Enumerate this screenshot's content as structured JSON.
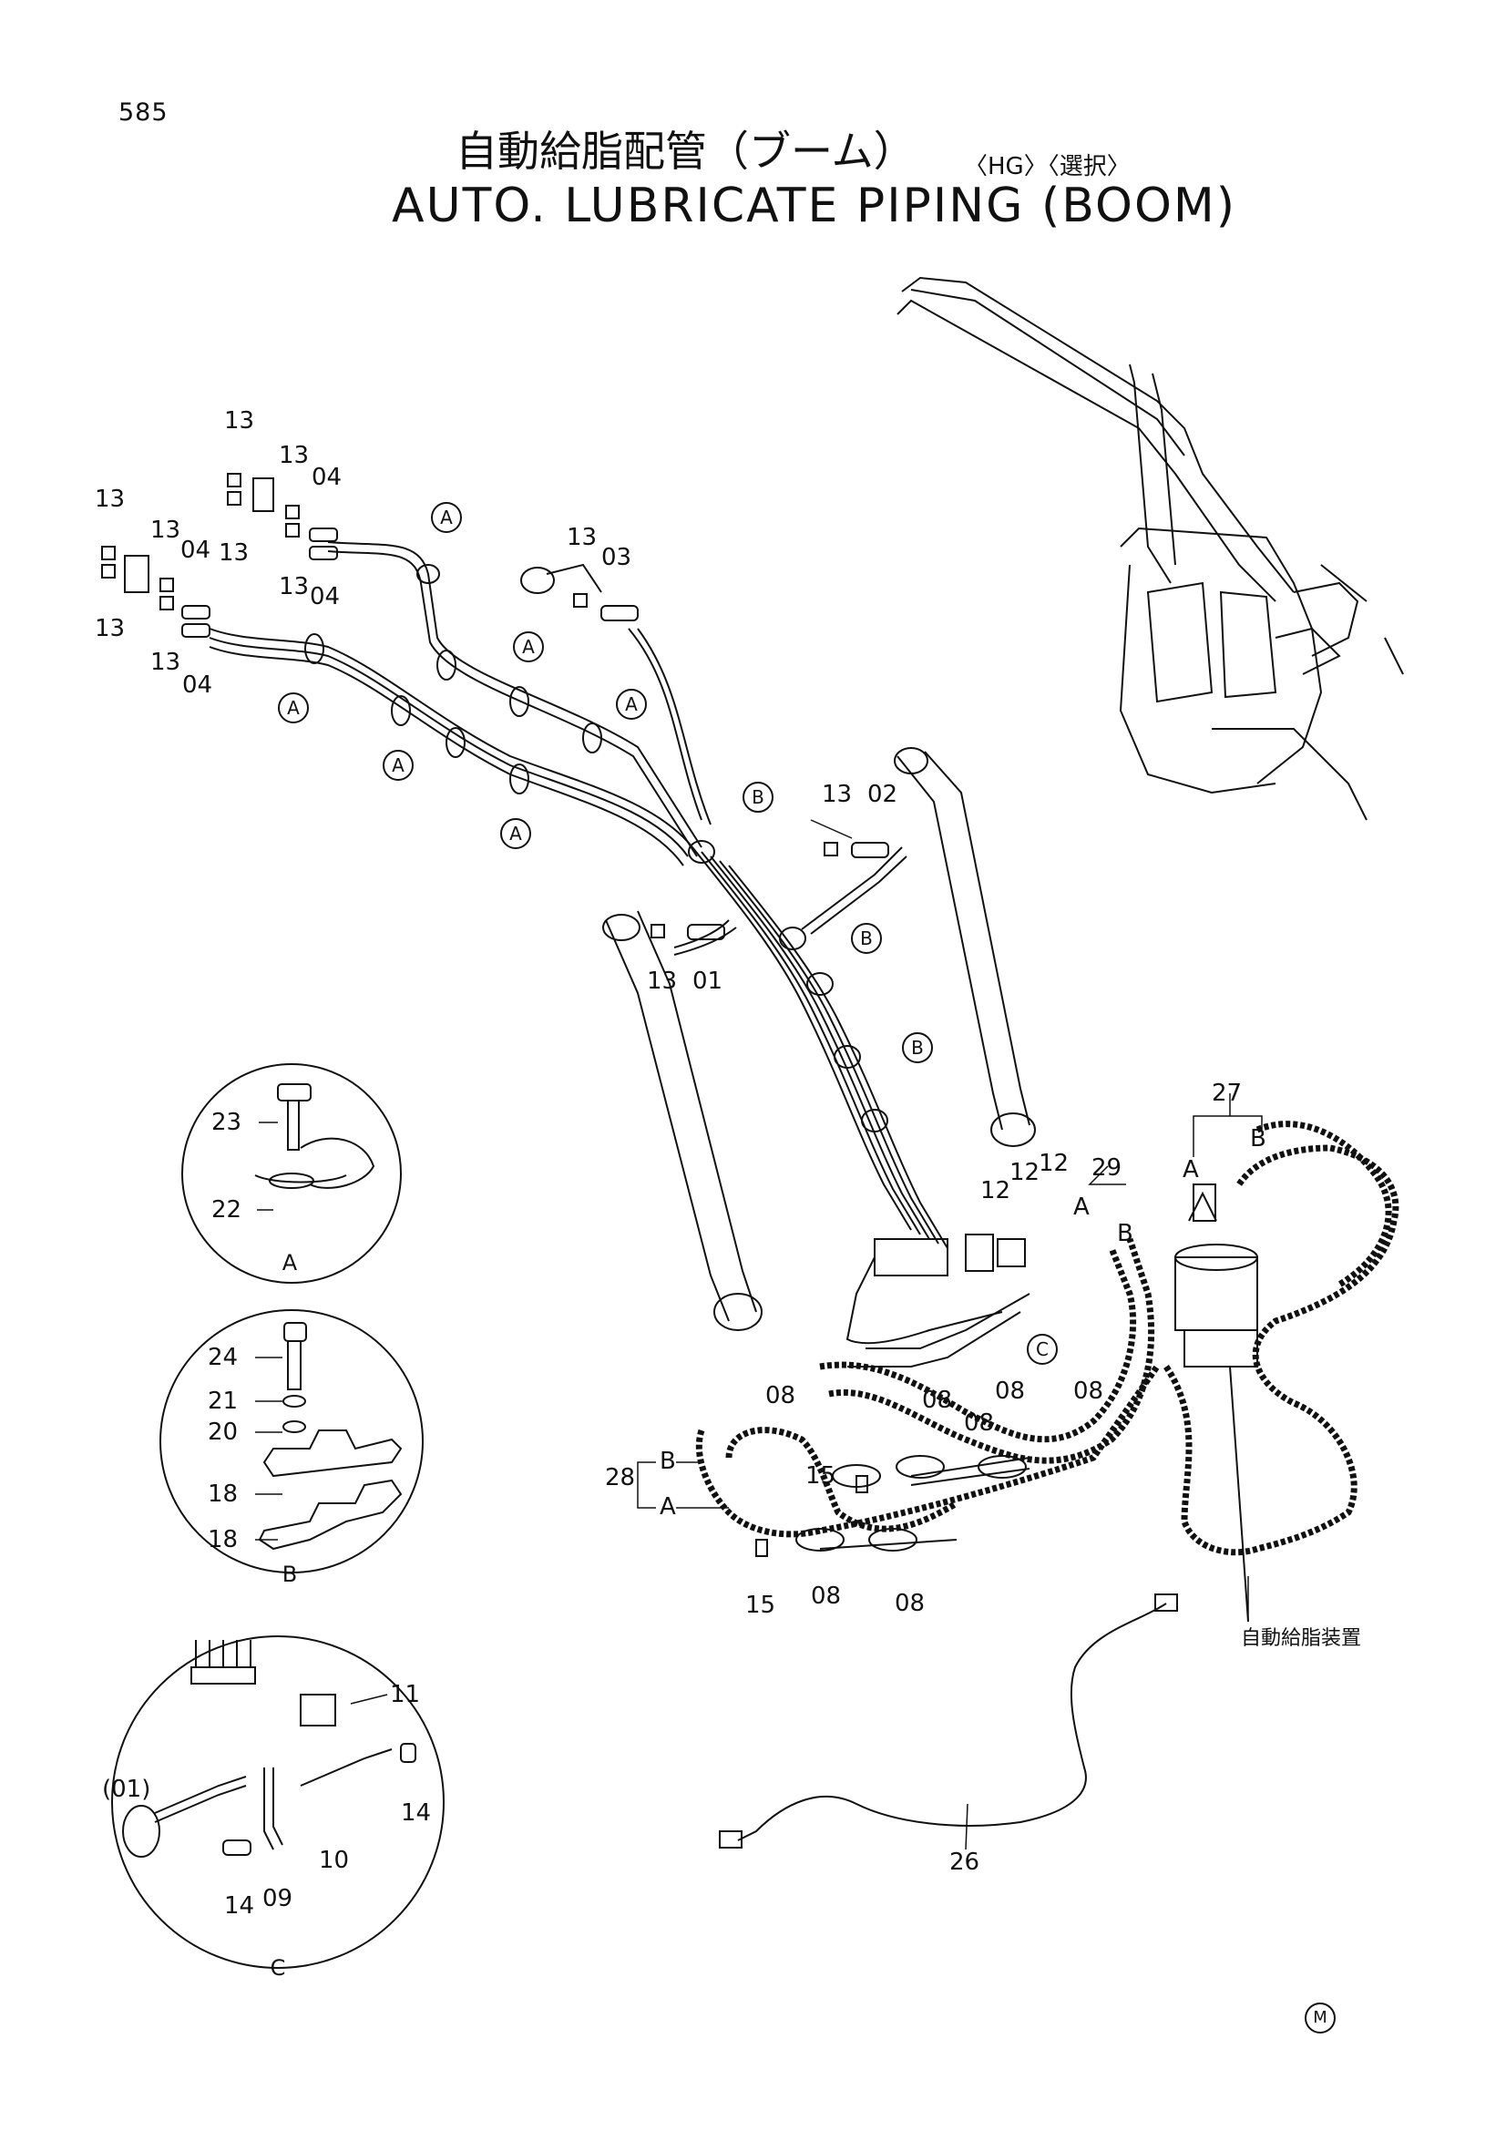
{
  "page_number": "585",
  "title_jp": "自動給脂配管（ブーム）",
  "title_jp_suffix": "〈HG〉〈選択〉",
  "title_en": "AUTO. LUBRICATE PIPING (BOOM)",
  "callouts": {
    "A": "A",
    "B": "B",
    "C": "C"
  },
  "part_labels": {
    "p01": "01",
    "p01_paren": "(01)",
    "p02": "02",
    "p03": "03",
    "p04": "04",
    "p08": "08",
    "p09": "09",
    "p10": "10",
    "p11": "11",
    "p12": "12",
    "p13": "13",
    "p14": "14",
    "p15": "15",
    "p18": "18",
    "p20": "20",
    "p21": "21",
    "p22": "22",
    "p23": "23",
    "p24": "24",
    "p26": "26",
    "p27": "27",
    "p28": "28",
    "p29": "29"
  },
  "detail_captions": {
    "A": "A",
    "B": "B",
    "C": "C"
  },
  "unit_label_jp": "自動給脂装置",
  "manufacturer_mark": "M"
}
